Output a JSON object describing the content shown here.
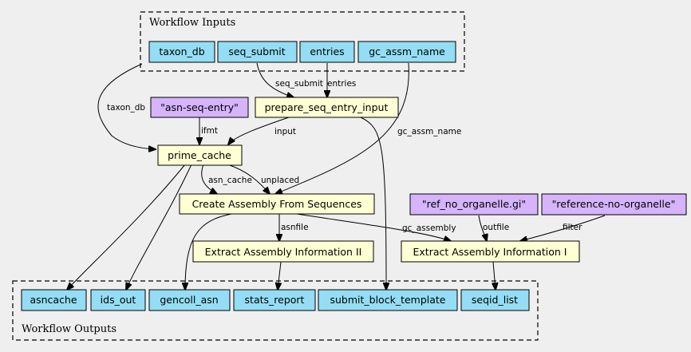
{
  "clusters": {
    "inputs": {
      "label": "Workflow Inputs"
    },
    "outputs": {
      "label": "Workflow Outputs"
    }
  },
  "nodes": {
    "taxon_db": "taxon_db",
    "seq_submit": "seq_submit",
    "entries": "entries",
    "gc_assm_name": "gc_assm_name",
    "asn_seq_entry": "\"asn-seq-entry\"",
    "prepare_seq_entry_input": "prepare_seq_entry_input",
    "prime_cache": "prime_cache",
    "create_assembly": "Create Assembly From Sequences",
    "ref_no_organelle_gi": "\"ref_no_organelle.gi\"",
    "reference_no_organelle": "\"reference-no-organelle\"",
    "extract_info_ii": "Extract Assembly Information II",
    "extract_info_i": "Extract Assembly Information I",
    "asncache": "asncache",
    "ids_out": "ids_out",
    "gencoll_asn": "gencoll_asn",
    "stats_report": "stats_report",
    "submit_block_template": "submit_block_template",
    "seqid_list": "seqid_list"
  },
  "edges": {
    "taxon_db": "taxon_db",
    "seq_submit": "seq_submit",
    "entries": "entries",
    "gc_assm_name": "gc_assm_name",
    "ifmt": "ifmt",
    "input": "input",
    "asn_cache": "asn_cache",
    "unplaced": "unplaced",
    "asnfile": "asnfile",
    "gc_assembly": "gc_assembly",
    "outfile": "outfile",
    "filter": "filter"
  }
}
